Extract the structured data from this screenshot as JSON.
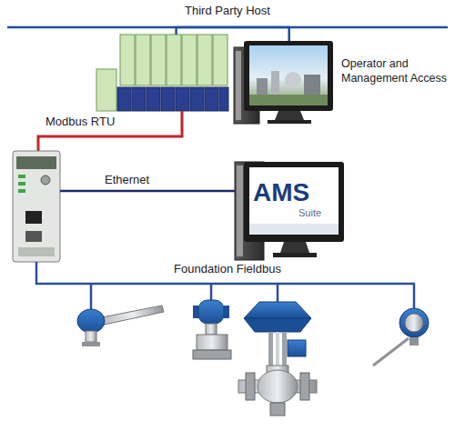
{
  "diagram": {
    "nodes": [
      {
        "text": [
          "Modbus RTU"
        ]
      },
      {
        "text": [
          "Operator and Management Access"
        ]
      },
      {
        "text": [
          "AMS",
          "Suite"
        ]
      }
    ],
    "edges": [
      {
        "from": 0,
        "to": 1,
        "arrow": "none"
      }
    ],
    "labels": [
      "Third Party Host",
      "Ethernet",
      "Foundation Fieldbus"
    ]
  }
}
